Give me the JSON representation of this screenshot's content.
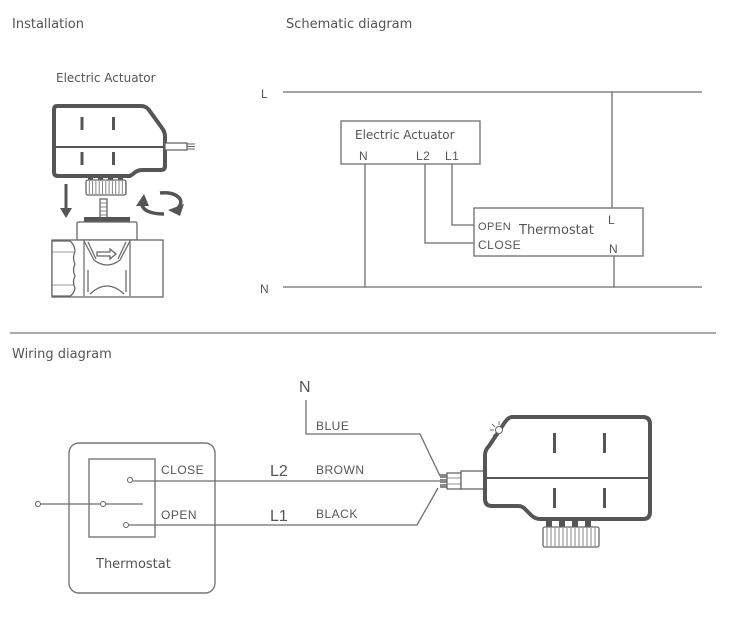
{
  "sections": {
    "installation": {
      "title": "Installation",
      "actuator_label": "Electric Actuator"
    },
    "schematic": {
      "title": "Schematic diagram",
      "line_label": "L",
      "neutral_label": "N",
      "actuator": {
        "label": "Electric Actuator",
        "terminals": [
          "N",
          "L2",
          "L1"
        ]
      },
      "thermostat": {
        "label": "Thermostat",
        "open_label": "OPEN",
        "close_label": "CLOSE",
        "l_label": "L",
        "n_label": "N"
      }
    },
    "wiring": {
      "title": "Wiring diagram",
      "neutral_label": "N",
      "wires": [
        {
          "terminal": "",
          "color_name": "BLUE"
        },
        {
          "terminal": "L2",
          "color_name": "BROWN"
        },
        {
          "terminal": "L1",
          "color_name": "BLACK"
        }
      ],
      "thermostat": {
        "label": "Thermostat",
        "close_label": "CLOSE",
        "open_label": "OPEN"
      }
    }
  },
  "colors": {
    "text": "#555555",
    "line": "#6e6e6e",
    "device": "#555555"
  }
}
